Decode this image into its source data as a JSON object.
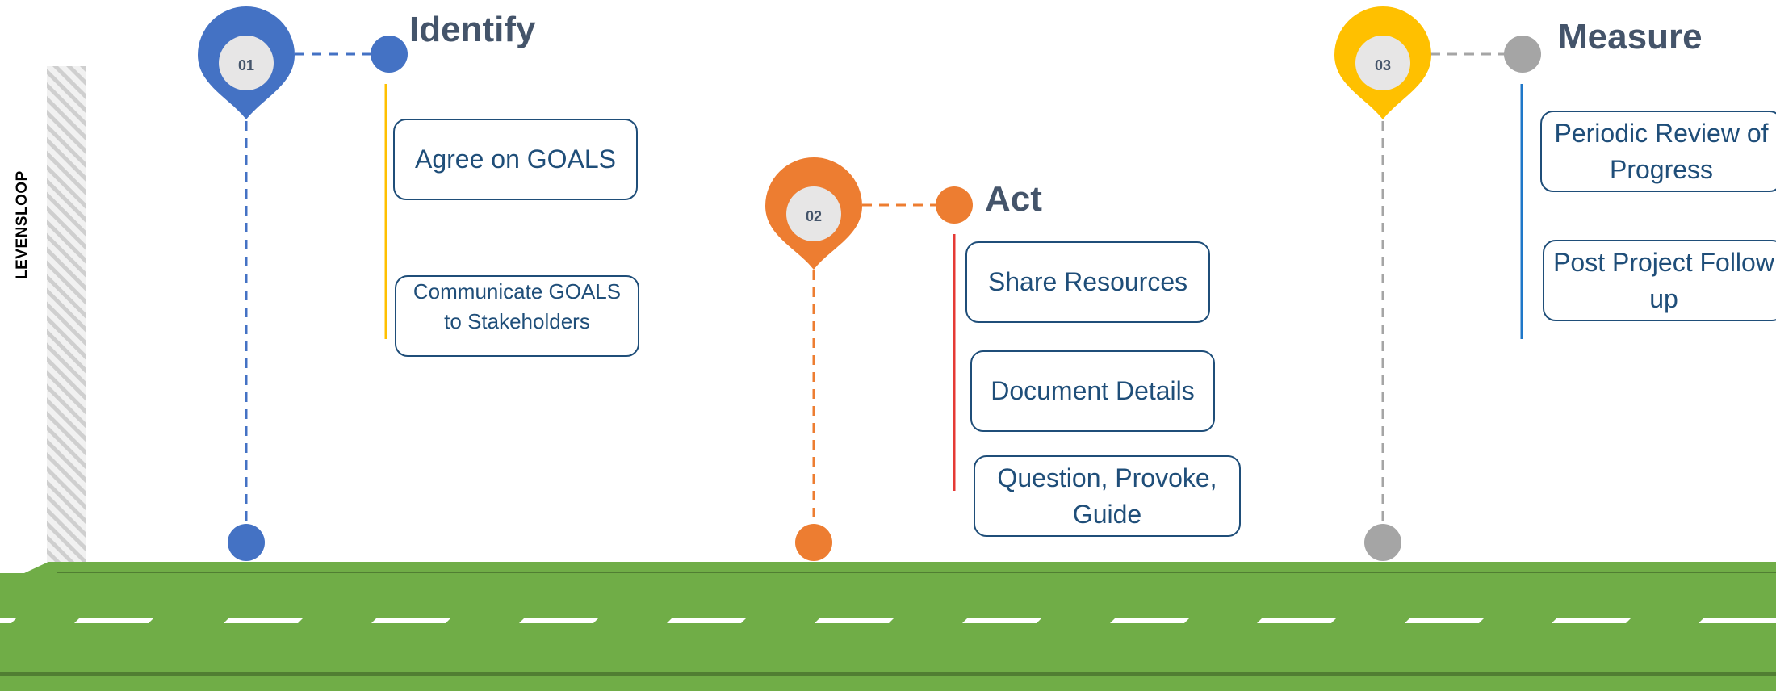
{
  "side_label": "LEVENSLOOP",
  "stages": [
    {
      "number": "01",
      "title": "Identify",
      "color": "#4472C4",
      "accent_line": "#FFC000",
      "items": [
        "Agree on GOALS",
        "Communicate GOALS to Stakeholders"
      ]
    },
    {
      "number": "02",
      "title": "Act",
      "color": "#ED7D31",
      "accent_line": "#E53935",
      "items": [
        "Share Resources",
        "Document Details",
        "Question, Provoke, Guide"
      ]
    },
    {
      "number": "03",
      "title": "Measure",
      "color": "#A5A5A5",
      "pin_color": "#FFC000",
      "accent_line": "#1F77C8",
      "items": [
        "Periodic Review of Progress",
        "Post Project Follow up"
      ]
    }
  ],
  "colors": {
    "road": "#70AD47",
    "road_dark": "#507E32",
    "road_marking": "#FFFFFF",
    "box_border": "#1F4E79",
    "title_text": "#44546A"
  }
}
